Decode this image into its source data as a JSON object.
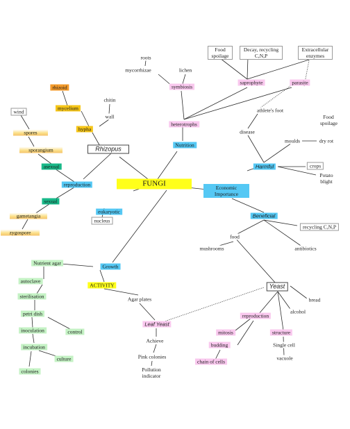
{
  "nodes": {
    "fungi": "FUNGI",
    "nutrition": "Nutrition",
    "heterotrophs": "heterotrophs",
    "symbiosis": "symbiosis",
    "saprophyte": "saprophyte",
    "parasite": "parasite",
    "roots": "roots",
    "mycorrhizae": "mycorrhizae",
    "lichen": "lichen",
    "food_spoilage_top": "Food spoilage",
    "decay": "Decay, recycling C,N,P",
    "enzymes": "Extracellular enzymes",
    "athletes_foot": "athlete's foot",
    "disease": "disease",
    "moulds": "moulds",
    "food_spoilage_right": "Food spoilage",
    "dry_rot": "dry rot",
    "harmful": "Harmful",
    "crops": "crops",
    "potato_blight": "Potato blight",
    "economic": "Economic Importance",
    "beneficial": "Beneficial",
    "food": "food",
    "recycling": "recycling C,N,P",
    "mushrooms": "mushrooms",
    "antibiotics": "antibiotics",
    "yeast": "Yeast",
    "bread": "bread",
    "alcohol": "alcohol",
    "reproduction_yeast": "reproduction",
    "mitosis": "mitosis",
    "budding": "budding",
    "chain_of_cells": "chain of cells",
    "structure": "structure",
    "single_cell": "Single cell",
    "vacuole": "vacuole",
    "rhizopus": "Rhizopus",
    "hypha": "hypha",
    "chitin": "chitin",
    "wall": "wall",
    "mycelium": "mycelium",
    "rhizoid": "rhizoid",
    "reproduction": "reproduction",
    "asexual": "asexual",
    "sexual": "sexual",
    "sporangium": "sporangium",
    "spores": "spores",
    "wind": "wind",
    "gametangia": "gametangia",
    "zygospore": "zygospore",
    "eukaryotic": "eukaryotic",
    "nucleus": "nucleus",
    "growth": "Growth",
    "activity": "ACTIVITY",
    "agar_plates": "Agar plates",
    "leaf_yeast": "Leaf Yeast",
    "achieve": "Achieve",
    "pink_colonies": "Pink colonies",
    "pollution_indicator": "Pollution indicator",
    "nutrient_agar": "Nutrient agar",
    "autoclave": "autoclave",
    "sterilisation": "sterilisation",
    "petri_dish": "petri dish",
    "inoculation_1": "inoculation",
    "control": "control",
    "incubation": "incubation",
    "culture": "culture",
    "colonies": "colonies"
  }
}
